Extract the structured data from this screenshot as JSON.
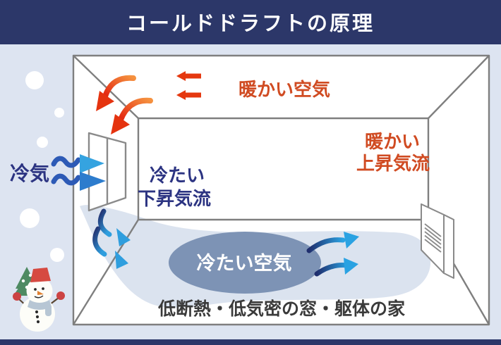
{
  "header": {
    "title": "コールドドラフトの原理"
  },
  "labels": {
    "warm_air": "暖かい空気",
    "warm_updraft": [
      "暖かい",
      "上昇気流"
    ],
    "cold_outside": "冷気",
    "cold_downdraft": [
      "冷たい",
      "下昇気流"
    ],
    "cold_air_pool": "冷たい空気",
    "caption": "低断熱・低気密の窓・躯体の家"
  },
  "colors": {
    "banner": "#2c3769",
    "background": "#dde4f1",
    "warm_text": "#d04b22",
    "cold_text": "#2c3482",
    "pool_ellipse": "#7d93b5",
    "pool_region": "#dbe3ef",
    "caption_text": "#3a3a3a",
    "red_arrow": "#e5380f",
    "blue_arrowhead": "#35a3e0",
    "room_line": "#7f7f7f",
    "title_text": "#ffffff"
  }
}
